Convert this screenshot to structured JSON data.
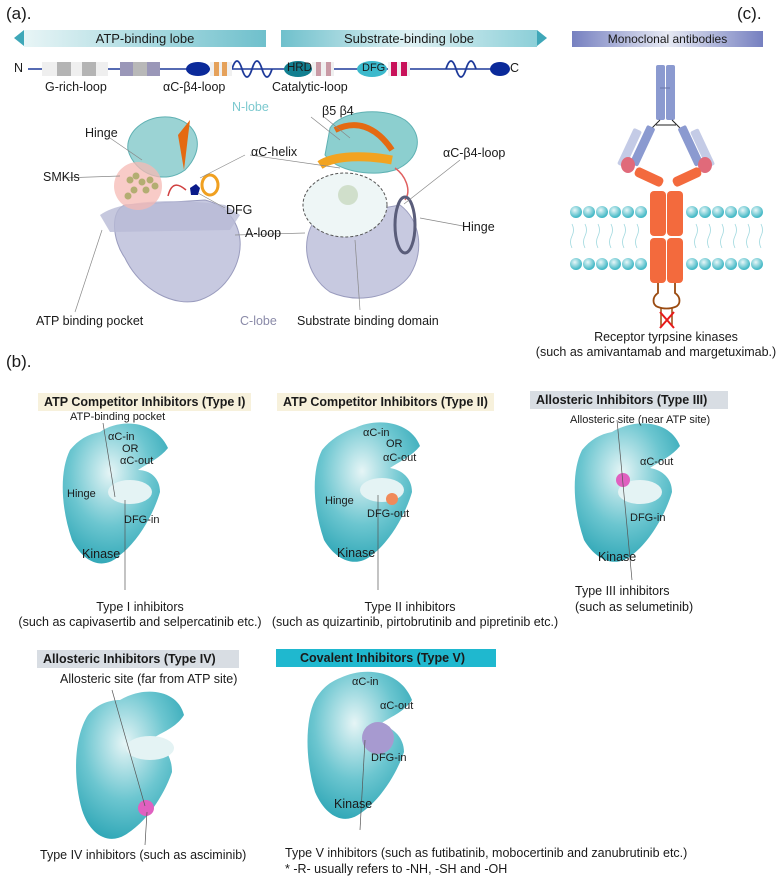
{
  "panels": {
    "a": {
      "label": "(a).",
      "lobes": {
        "atp": "ATP-binding lobe",
        "substrate": "Substrate-binding lobe"
      },
      "domain_map": {
        "n_term": "N",
        "c_term": "C",
        "motifs": {
          "hrd": "HRD",
          "dfg": "DFG"
        },
        "labels": {
          "g_rich": "G-rich-loop",
          "ac_b4": "αC-β4-loop",
          "catalytic": "Catalytic-loop"
        }
      },
      "structure_labels": {
        "n_lobe": "N-lobe",
        "c_lobe": "C-lobe",
        "hinge_left": "Hinge",
        "smkis": "SMKIs",
        "ac_helix": "αC-helix",
        "dfg": "DFG",
        "a_loop": "A-loop",
        "b5b4": "β5 β4",
        "ac_b4_loop": "αC-β4-loop",
        "hinge_right": "Hinge",
        "atp_pocket": "ATP binding pocket",
        "substrate_domain": "Substrate binding domain"
      }
    },
    "c": {
      "label": "(c).",
      "header": "Monoclonal antibodies",
      "caption_line1": "Receptor  tyrpsine kinases",
      "caption_line2": "(such as amivantamab and margetuximab.)"
    },
    "b": {
      "label": "(b).",
      "types": [
        {
          "title": "ATP Competitor Inhibitors (Type I)",
          "title_bg": "#f7f1dc",
          "site": "ATP-binding pocket",
          "ac_in": "αC-in",
          "or": "OR",
          "ac_out": "αC-out",
          "hinge": "Hinge",
          "dfg": "DFG-in",
          "kinase": "Kinase",
          "caption1": "Type I inhibitors",
          "caption2": "(such as capivasertib and selpercatinib etc.)"
        },
        {
          "title": "ATP Competitor Inhibitors (Type II)",
          "title_bg": "#f7f1dc",
          "ac_in": "αC-in",
          "or": "OR",
          "ac_out": "αC-out",
          "hinge": "Hinge",
          "dfg": "DFG-out",
          "kinase": "Kinase",
          "caption1": "Type II inhibitors",
          "caption2": "(such as quizartinib, pirtobrutinib and pipretinib etc.)"
        },
        {
          "title": "Allosteric Inhibitors (Type III)",
          "title_bg": "#d8dde3",
          "site": "Allosteric site (near ATP site)",
          "ac_out": "αC-out",
          "dfg": "DFG-in",
          "kinase": "Kinase",
          "caption1": "Type III inhibitors",
          "caption2": "(such as  selumetinib)"
        },
        {
          "title": "Allosteric Inhibitors (Type IV)",
          "title_bg": "#d8dde3",
          "site": "Allosteric site (far from ATP site)",
          "caption1": "Type IV inhibitors (such as  asciminib)"
        },
        {
          "title": "Covalent Inhibitors (Type V)",
          "title_bg": "#1fb8cf",
          "ac_in": "αC-in",
          "ac_out": "αC-out",
          "dfg": "DFG-in",
          "kinase": "Kinase",
          "caption1": "Type V inhibitors (such as futibatinib, mobocertinib and zanubrutinib etc.)",
          "caption2": "* -R- usually refers to -NH, -SH and -OH"
        }
      ]
    }
  },
  "colors": {
    "lobe_teal": "#6fc0cc",
    "kinase_teal": "#3fb3c1",
    "antibody_blue": "#7f8fc4",
    "receptor_orange": "#f36a3d",
    "n_lobe_text": "#7cc9cf",
    "c_lobe_text": "#8a8aa8"
  }
}
